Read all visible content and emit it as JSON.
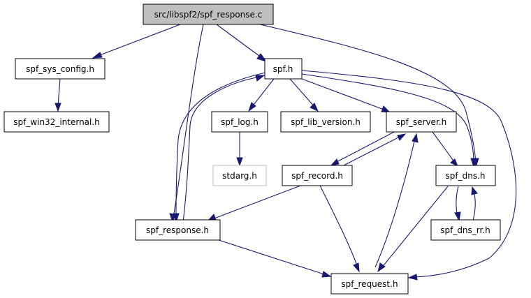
{
  "graph": {
    "title": "src/libspf2/spf_response.c",
    "colors": {
      "edge": "#191970",
      "root_fill": "#bfbfbf",
      "node_fill": "#ffffff",
      "missing_border": "#bfbfbf"
    },
    "nodes": [
      {
        "id": "spf_response_c",
        "label": "src/libspf2/spf_response.c",
        "kind": "root"
      },
      {
        "id": "spf_sys_config_h",
        "label": "spf_sys_config.h",
        "kind": "plain"
      },
      {
        "id": "spf_win32_internal_h",
        "label": "spf_win32_internal.h",
        "kind": "plain"
      },
      {
        "id": "spf_h",
        "label": "spf.h",
        "kind": "plain"
      },
      {
        "id": "spf_log_h",
        "label": "spf_log.h",
        "kind": "plain"
      },
      {
        "id": "spf_lib_version_h",
        "label": "spf_lib_version.h",
        "kind": "plain"
      },
      {
        "id": "spf_server_h",
        "label": "spf_server.h",
        "kind": "plain"
      },
      {
        "id": "stdarg_h",
        "label": "stdarg.h",
        "kind": "missing"
      },
      {
        "id": "spf_record_h",
        "label": "spf_record.h",
        "kind": "plain"
      },
      {
        "id": "spf_dns_h",
        "label": "spf_dns.h",
        "kind": "plain"
      },
      {
        "id": "spf_response_h",
        "label": "spf_response.h",
        "kind": "plain"
      },
      {
        "id": "spf_dns_rr_h",
        "label": "spf_dns_rr.h",
        "kind": "plain"
      },
      {
        "id": "spf_request_h",
        "label": "spf_request.h",
        "kind": "plain"
      }
    ]
  }
}
